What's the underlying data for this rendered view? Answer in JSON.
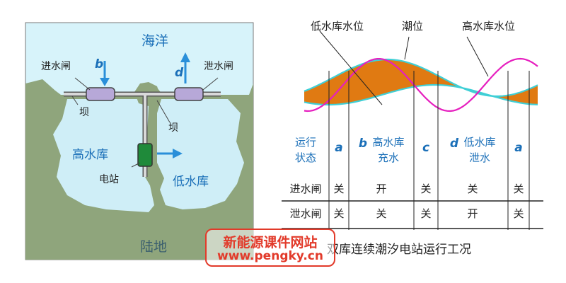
{
  "map": {
    "ocean": "海洋",
    "land": "陆地",
    "inlet_gate": "进水闸",
    "outlet_gate": "泄水闸",
    "dam_left": "坝",
    "dam_right": "坝",
    "high_reservoir": "高水库",
    "low_reservoir": "低水库",
    "power_station": "电站",
    "arrow_b": "b",
    "arrow_d": "d"
  },
  "chart": {
    "legend_low": "低水库水位",
    "legend_tide": "潮位",
    "legend_high": "高水库水位"
  },
  "table": {
    "header_label": "运行\n状态",
    "states": [
      {
        "letter": "a",
        "desc": ""
      },
      {
        "letter": "b",
        "desc": "高水库\n充水"
      },
      {
        "letter": "c",
        "desc": ""
      },
      {
        "letter": "d",
        "desc": "低水库\n泄水"
      },
      {
        "letter": "a",
        "desc": ""
      }
    ],
    "rows": [
      {
        "label": "进水闸",
        "cells": [
          "关",
          "开",
          "关",
          "关",
          "关"
        ]
      },
      {
        "label": "泄水闸",
        "cells": [
          "关",
          "关",
          "关",
          "开",
          "关"
        ]
      }
    ]
  },
  "caption": "双库连续潮汐电站运行工况",
  "watermark": {
    "line1": "新能源课件网站",
    "line2": "www.pengky.cn"
  },
  "colors": {
    "ocean": "#d7f3fa",
    "land": "#8fa57c",
    "reservoir": "#cfeef7",
    "tide_line": "#e61fbf",
    "reservoir_line": "#3fcfd6",
    "band_fill": "#e07a12",
    "blue_text": "#1a6fb8",
    "arrow": "#2a8fd9"
  }
}
